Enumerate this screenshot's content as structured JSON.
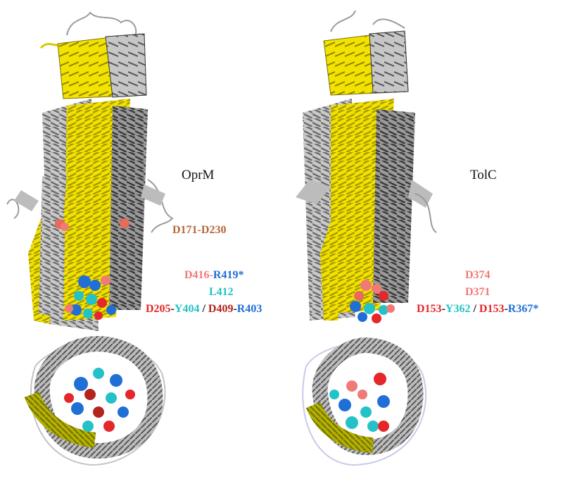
{
  "panels": [
    {
      "name": "OprM"
    },
    {
      "name": "TolC"
    }
  ],
  "labels": {
    "oprm_l1a": "D171-D230",
    "oprm_l2a": "D416-",
    "oprm_l2b": "R419*",
    "oprm_l3a": "L412",
    "oprm_l4a": "D205",
    "oprm_l4b": "-",
    "oprm_l4c": "Y404",
    "oprm_l4d": " / ",
    "oprm_l4e": "D409",
    "oprm_l4f": "-",
    "oprm_l4g": "R403",
    "tolc_l1a": "D374",
    "tolc_l2a": "D371",
    "tolc_l3a": "D153",
    "tolc_l3b": "-",
    "tolc_l3c": "Y362",
    "tolc_l3d": " / ",
    "tolc_l3e": "D153",
    "tolc_l3f": "-",
    "tolc_l3g": "R367*"
  },
  "colors": {
    "brown": "#b5683a",
    "salmon": "#f07a78",
    "red": "#e5262a",
    "darkred": "#b3241d",
    "blue": "#1f6fd6",
    "cyan": "#24c2c8",
    "yellow": "#f2e200",
    "olive": "#b2b000",
    "grey": "#b9b9b9",
    "lavender": "#c3c3e8"
  }
}
